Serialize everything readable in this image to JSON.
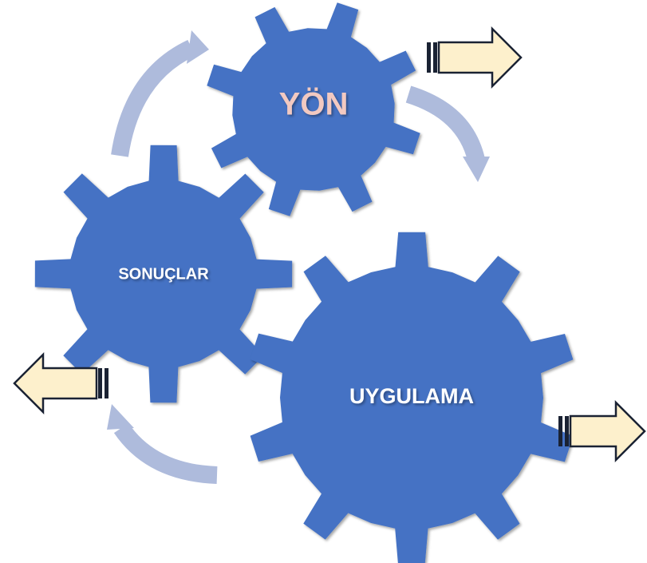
{
  "diagram": {
    "gears": [
      {
        "id": "yon",
        "label": "YÖN",
        "label_color": "#f2c9c1"
      },
      {
        "id": "sonuclar",
        "label": "SONUÇLAR",
        "label_color": "#ffffff"
      },
      {
        "id": "uygulama",
        "label": "UYGULAMA",
        "label_color": "#ffffff"
      }
    ],
    "colors": {
      "gear_fill": "#4472c4",
      "cycle_arrow": "#aebbdc",
      "block_arrow_fill": "#fdf0cc",
      "block_arrow_stroke": "#1a2233"
    }
  }
}
